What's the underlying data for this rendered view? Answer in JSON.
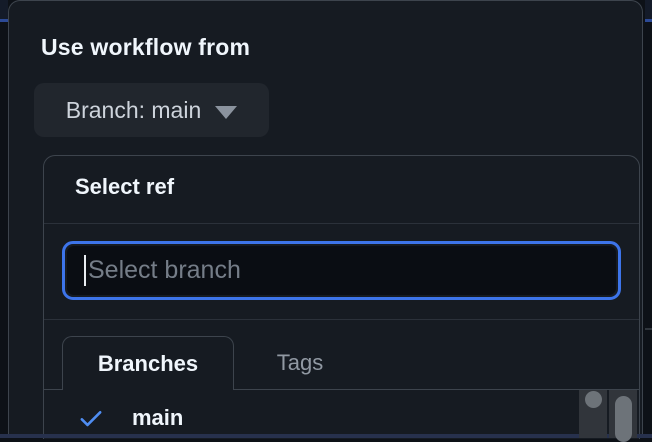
{
  "header": {
    "title": "Use workflow from"
  },
  "branch_button": {
    "label": "Branch: main",
    "icon": "triangle-down-icon"
  },
  "ref_selector": {
    "title": "Select ref",
    "search": {
      "placeholder": "Select branch",
      "value": ""
    },
    "tabs": [
      {
        "label": "Branches",
        "active": true
      },
      {
        "label": "Tags",
        "active": false
      }
    ],
    "items": [
      {
        "label": "main",
        "selected": true,
        "icon": "check-icon"
      }
    ]
  },
  "colors": {
    "page_bg": "#0d1117",
    "panel_bg": "#161b22",
    "button_bg": "#21262d",
    "border": "#3d444d",
    "accent_focus": "#3d74ea",
    "check": "#4f8df2",
    "text_primary": "#f0f6fc",
    "text_muted": "#9199a3",
    "placeholder": "#757d88"
  }
}
